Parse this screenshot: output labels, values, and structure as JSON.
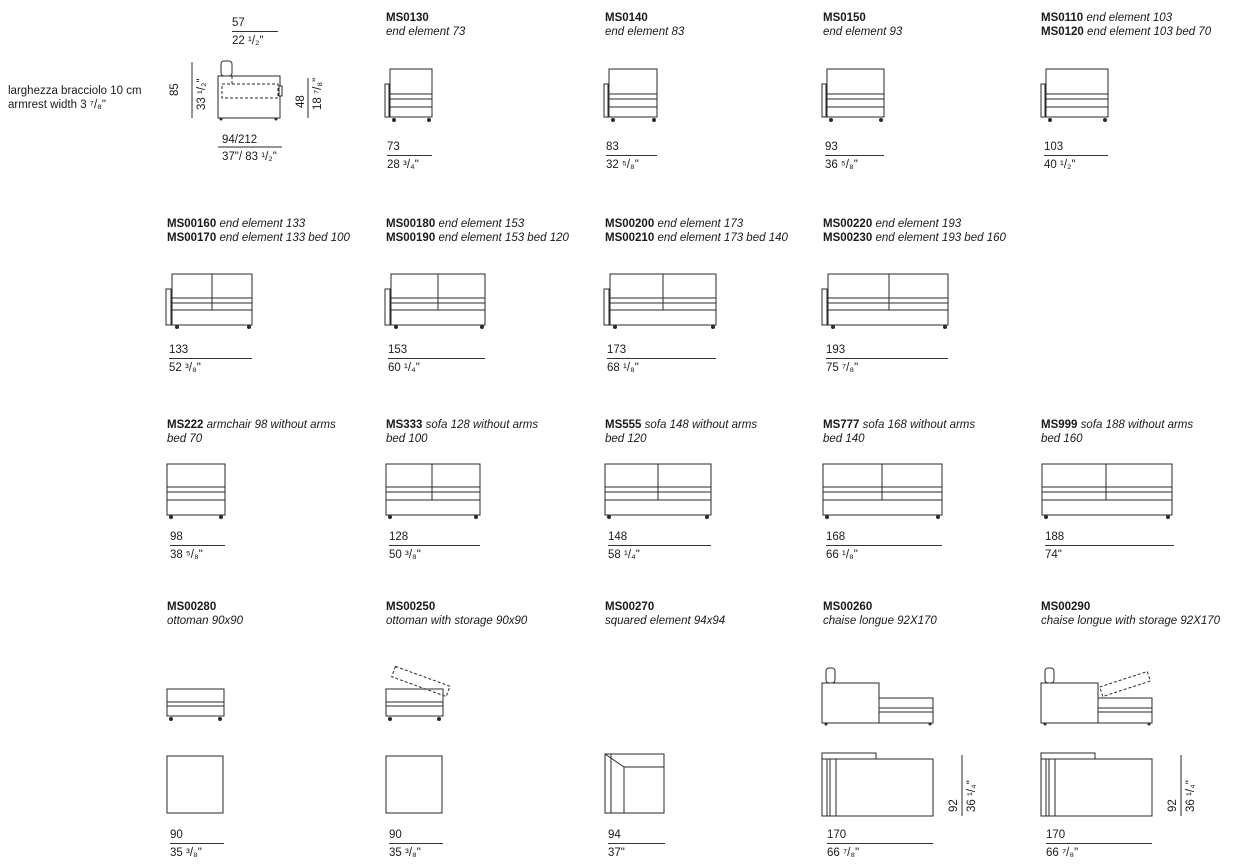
{
  "armrest": {
    "label_it": "larghezza bracciolo 10 cm",
    "label_en": "armrest width 3 ⁷/₈\"",
    "top_cm": "57",
    "top_in": "22 ¹/₂\"",
    "height_cm": "85",
    "height_in": "33 ¹/₂\"",
    "seat_cm": "48",
    "seat_in": "18 ⁷/₈\"",
    "depth_cm": "94/212",
    "depth_in": "37\"/ 83 ¹/₂\""
  },
  "items": [
    {
      "id": "ms0130",
      "code": "MS0130",
      "desc": "end element 73",
      "cm": "73",
      "in": "28 ³/₄\""
    },
    {
      "id": "ms0140",
      "code": "MS0140",
      "desc": "end element 83",
      "cm": "83",
      "in": "32 ⁵/₈\""
    },
    {
      "id": "ms0150",
      "code": "MS0150",
      "desc": "end element 93",
      "cm": "93",
      "in": "36 ⁵/₈\""
    },
    {
      "id": "ms0110",
      "code": "MS0110",
      "desc": "end element 103",
      "code2": "MS0120",
      "desc2": "end element 103 bed 70",
      "cm": "103",
      "in": "40 ¹/₂\""
    },
    {
      "id": "ms00160",
      "code": "MS00160",
      "desc": "end element 133",
      "code2": "MS00170",
      "desc2": "end element 133 bed 100",
      "cm": "133",
      "in": "52 ³/₈\""
    },
    {
      "id": "ms00180",
      "code": "MS00180",
      "desc": "end element 153",
      "code2": "MS00190",
      "desc2": "end element 153 bed 120",
      "cm": "153",
      "in": "60 ¹/₄\""
    },
    {
      "id": "ms00200",
      "code": "MS00200",
      "desc": "end element 173",
      "code2": "MS00210",
      "desc2": "end element 173 bed 140",
      "cm": "173",
      "in": "68 ¹/₈\""
    },
    {
      "id": "ms00220",
      "code": "MS00220",
      "desc": "end element 193",
      "code2": "MS00230",
      "desc2": "end element 193 bed 160",
      "cm": "193",
      "in": "75 ⁷/₈\""
    },
    {
      "id": "ms222",
      "code": "MS222",
      "desc": "armchair 98 without arms",
      "desc_line2": "bed 70",
      "cm": "98",
      "in": "38 ⁵/₈\""
    },
    {
      "id": "ms333",
      "code": "MS333",
      "desc": "sofa 128 without arms",
      "desc_line2": "bed 100",
      "cm": "128",
      "in": "50 ³/₈\""
    },
    {
      "id": "ms555",
      "code": "MS555",
      "desc": "sofa 148 without arms",
      "desc_line2": "bed 120",
      "cm": "148",
      "in": "58 ¹/₄\""
    },
    {
      "id": "ms777",
      "code": "MS777",
      "desc": "sofa 168 without arms",
      "desc_line2": "bed 140",
      "cm": "168",
      "in": "66 ¹/₈\""
    },
    {
      "id": "ms999",
      "code": "MS999",
      "desc": "sofa 188 without arms",
      "desc_line2": "bed 160",
      "cm": "188",
      "in": "74\""
    },
    {
      "id": "ms00280",
      "code": "MS00280",
      "desc": "ottoman 90x90",
      "cm": "90",
      "in": "35 ³/₈\""
    },
    {
      "id": "ms00250",
      "code": "MS00250",
      "desc": "ottoman with storage 90x90",
      "cm": "90",
      "in": "35 ³/₈\""
    },
    {
      "id": "ms00270",
      "code": "MS00270",
      "desc": "squared element 94x94",
      "cm": "94",
      "in": "37\""
    },
    {
      "id": "ms00260",
      "code": "MS00260",
      "desc": "chaise longue 92X170",
      "cm": "170",
      "in": "66 ⁷/₈\"",
      "side_cm": "92",
      "side_in": "36 ¹/₄\""
    },
    {
      "id": "ms00290",
      "code": "MS00290",
      "desc": "chaise longue with storage 92X170",
      "cm": "170",
      "in": "66 ⁷/₈\"",
      "side_cm": "92",
      "side_in": "36 ¹/₄\""
    }
  ]
}
